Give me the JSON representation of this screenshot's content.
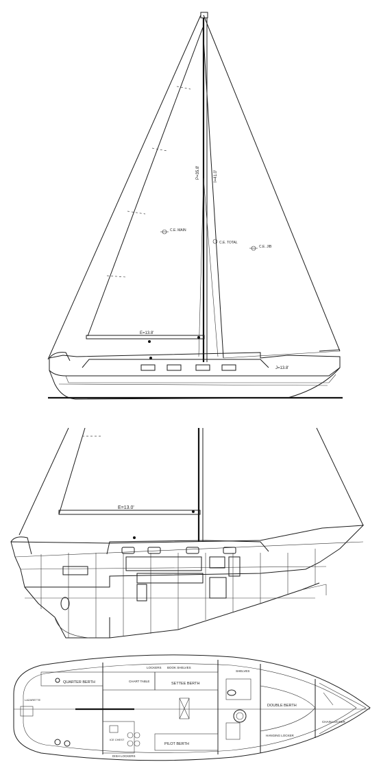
{
  "drawings": {
    "profile": {
      "callouts": {
        "p_dim": "P=35.8'",
        "i_dim": "I=41.0'",
        "e_dim": "E=13.8'",
        "j_dim": "J=13.8'",
        "ce_main": "C.E. MAIN",
        "ce_total": "C.E. TOTAL",
        "ce_jib": "C.E. JIB"
      }
    },
    "inboard": {
      "callouts": {
        "e_dim": "E=13.0'"
      }
    },
    "plan": {
      "labels": {
        "quarter_berth": "QUARTER BERTH",
        "chart_table": "CHART TABLE",
        "settee_berth": "SETTEE BERTH",
        "book_shelves": "BOOK SHELVES",
        "lockers": "LOCKERS",
        "shelves": "SHELVES",
        "double_berth": "DOUBLE BERTH",
        "chain_locker": "CHAIN LOCKER",
        "pilot_berth": "PILOT BERTH",
        "dish_lockers": "DISH LOCKERS",
        "hanging_locker": "HANGING LOCKER",
        "ice_chest": "ICE CHEST",
        "lazarette": "LAZARETTE"
      }
    }
  }
}
